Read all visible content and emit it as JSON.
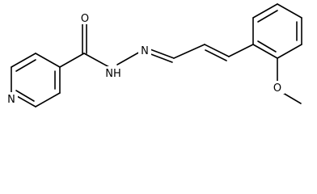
{
  "structure": {
    "kind": "skeletal-formula",
    "atom_labels": {
      "pyridine_n": "N",
      "carbonyl_o": "O",
      "amide_nh": "NH",
      "imine_n": "N",
      "ether_o": "O"
    }
  },
  "colors": {
    "bond": "#000000",
    "label": "#000000",
    "background": "#ffffff"
  }
}
